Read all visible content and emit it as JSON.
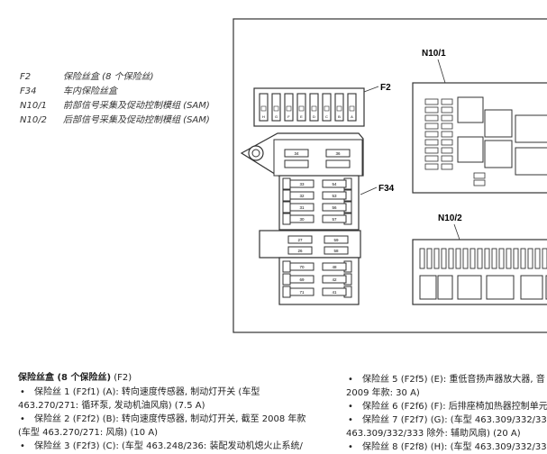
{
  "legend": [
    {
      "code": "F2",
      "desc": "保险丝盒 (8 个保险丝)"
    },
    {
      "code": "F34",
      "desc": "车内保险丝盒"
    },
    {
      "code": "N10/1",
      "desc": "前部信号采集及促动控制模组 (SAM)"
    },
    {
      "code": "N10/2",
      "desc": "后部信号采集及促动控制模组 (SAM)"
    }
  ],
  "diagram_labels": {
    "n10_1": "N10/1",
    "f2": "F2",
    "f34": "F34",
    "n10_2": "N10/2"
  },
  "content": {
    "heading_bold": "保险丝盒 (8 个保险丝)",
    "heading_rest": " (F2)",
    "left": [
      {
        "first": "保险丝 1 (F2f1) (A): 转向速度传感器, 制动灯开关 (车型",
        "rest": "463.270/271: 循环泵, 发动机油风扇) (7.5 A)"
      },
      {
        "first": "保险丝 2 (F2f2) (B): 转向速度传感器, 制动灯开关, 截至 2008 年款",
        "rest": "(车型 463.270/271: 风扇) (10 A)"
      },
      {
        "first": "保险丝 3 (F2f3) (C): (车型 463.248/236: 装配发动机熄火止系统/",
        "rest": ""
      }
    ],
    "right": [
      {
        "first": "保险丝 5 (F2f5) (E): 重低音扬声器放大器, 音",
        "rest": "2009 年款: 30 A)"
      },
      {
        "first": "保险丝 6 (F2f6) (F): 后排座椅加热器控制单元",
        "rest": ""
      },
      {
        "first": "保险丝 7 (F2f7) (G): (车型 463.309/332/333:",
        "rest": "463.309/332/333 除外: 辅助风扇) (20 A)"
      },
      {
        "first": "保险丝 8 (F2f8) (H): (车型 463.309/332/333",
        "rest": ""
      }
    ]
  },
  "f2_fuse_letters": [
    "H",
    "G",
    "F",
    "E",
    "D",
    "C",
    "B",
    "A"
  ],
  "f34_top": [
    "34",
    "36"
  ],
  "f34_pairs": [
    [
      "33",
      "54"
    ],
    [
      "32",
      "53"
    ],
    [
      "31",
      "56"
    ],
    [
      "30",
      "57"
    ]
  ],
  "f34_mid": [
    [
      "27",
      "59"
    ],
    [
      "26",
      "58"
    ]
  ],
  "f34_bottom": [
    [
      "70",
      "48"
    ],
    [
      "69",
      "42"
    ],
    [
      "71",
      "41"
    ]
  ]
}
